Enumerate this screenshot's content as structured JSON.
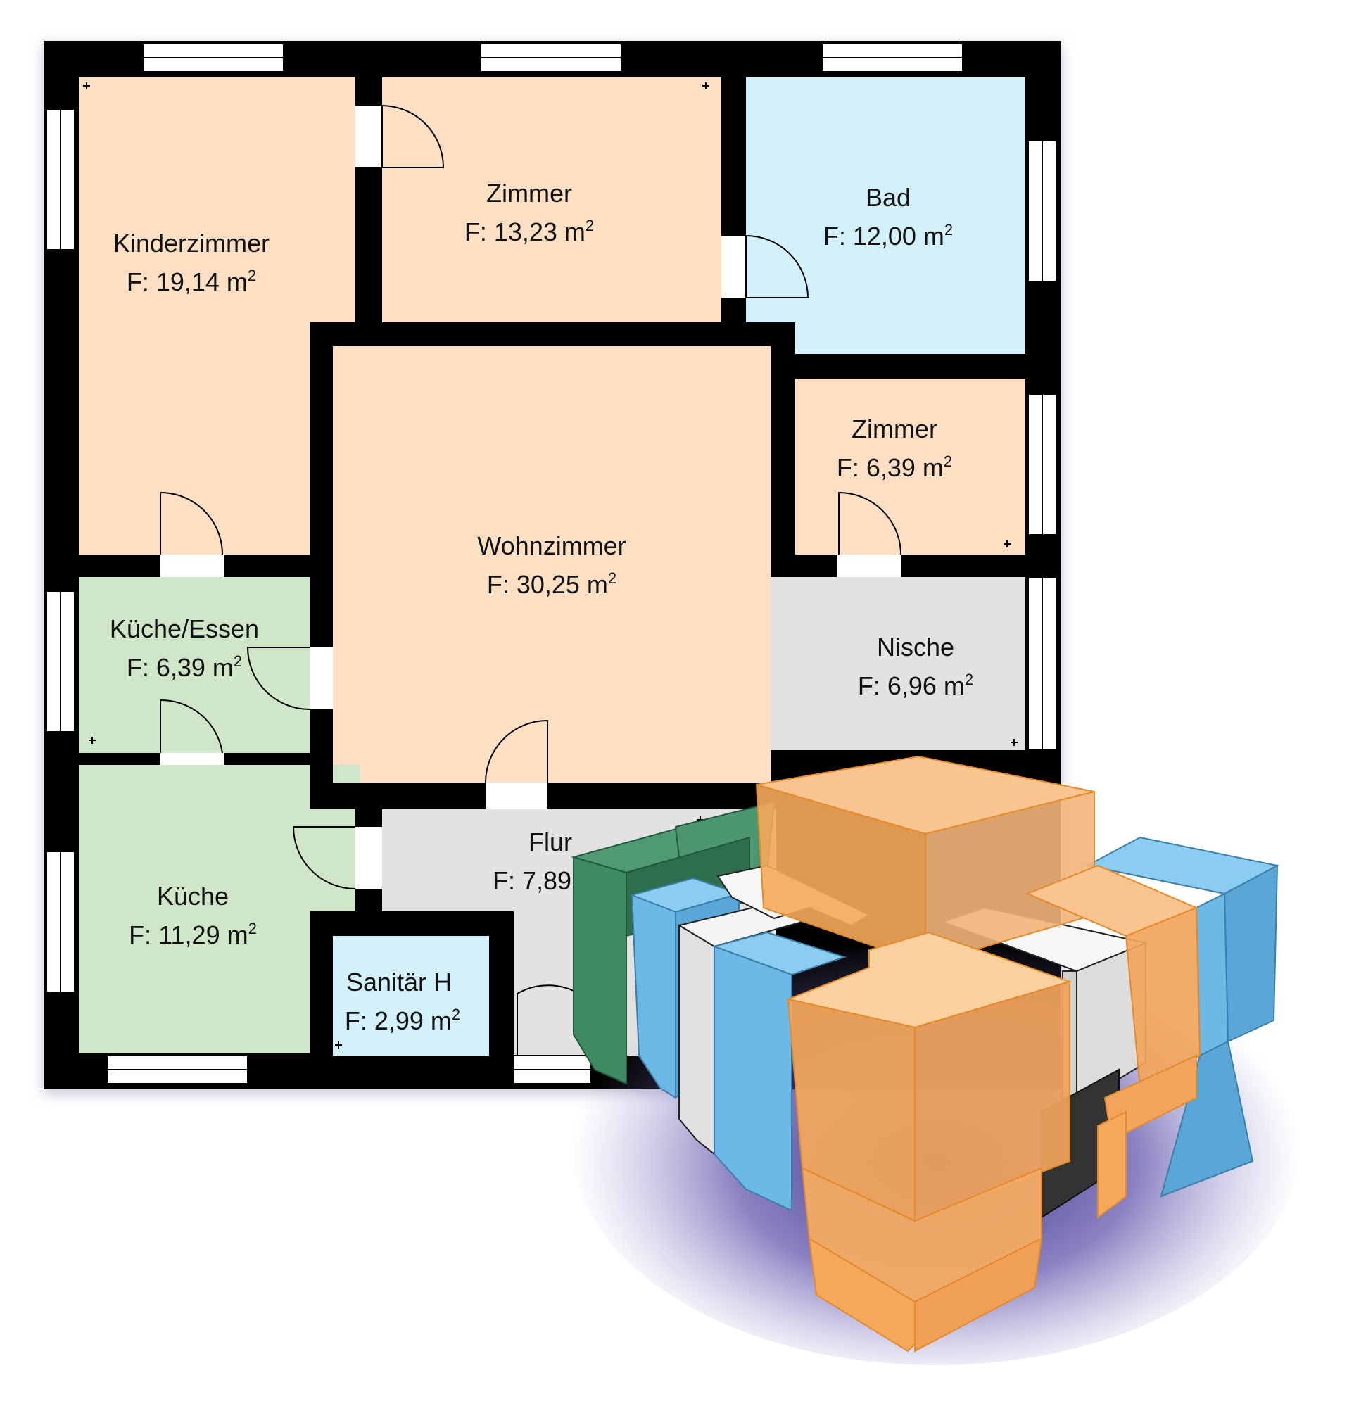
{
  "floor_plan": {
    "rooms": [
      {
        "id": "kinderzimmer",
        "name": "Kinderzimmer",
        "area_prefix": "F:",
        "area_value": "19,14 m",
        "area_sup": "2",
        "color": "#fde0c4"
      },
      {
        "id": "zimmer-oben",
        "name": "Zimmer",
        "area_prefix": "F:",
        "area_value": "13,23 m",
        "area_sup": "2",
        "color": "#fde0c4"
      },
      {
        "id": "bad",
        "name": "Bad",
        "area_prefix": "F:",
        "area_value": "12,00 m",
        "area_sup": "2",
        "color": "#d3f1fc"
      },
      {
        "id": "wohnzimmer",
        "name": "Wohnzimmer",
        "area_prefix": "F:",
        "area_value": "30,25 m",
        "area_sup": "2",
        "color": "#fde0c4"
      },
      {
        "id": "zimmer-rechts",
        "name": "Zimmer",
        "area_prefix": "F:",
        "area_value": "6,39 m",
        "area_sup": "2",
        "color": "#fde0c4"
      },
      {
        "id": "kueche-essen",
        "name": "Küche/Essen",
        "area_prefix": "F:",
        "area_value": "6,39 m",
        "area_sup": "2",
        "color": "#cfe6c8"
      },
      {
        "id": "nische",
        "name": "Nische",
        "area_prefix": "F:",
        "area_value": "6,96 m",
        "area_sup": "2",
        "color": "#e2e2e2"
      },
      {
        "id": "kueche",
        "name": "Küche",
        "area_prefix": "F:",
        "area_value": "11,29 m",
        "area_sup": "2",
        "color": "#cfe6c8"
      },
      {
        "id": "flur",
        "name": "Flur",
        "area_prefix": "F:",
        "area_value": "7,89",
        "area_sup": "",
        "color": "#e2e2e2"
      },
      {
        "id": "sanitaer",
        "name": "Sanitär H",
        "area_prefix": "F:",
        "area_value": "2,99 m",
        "area_sup": "2",
        "color": "#d3f1fc"
      }
    ],
    "wall_color": "#000000",
    "door_color": "#000000"
  },
  "logo": {
    "icon": "3d-room-cubes-logo",
    "colors": {
      "orange": "#f5a85a",
      "blue": "#6cb8e6",
      "green": "#3e8a63",
      "white": "#eeeeee",
      "dark": "#333333",
      "shadow": "#3c2f8c"
    }
  }
}
